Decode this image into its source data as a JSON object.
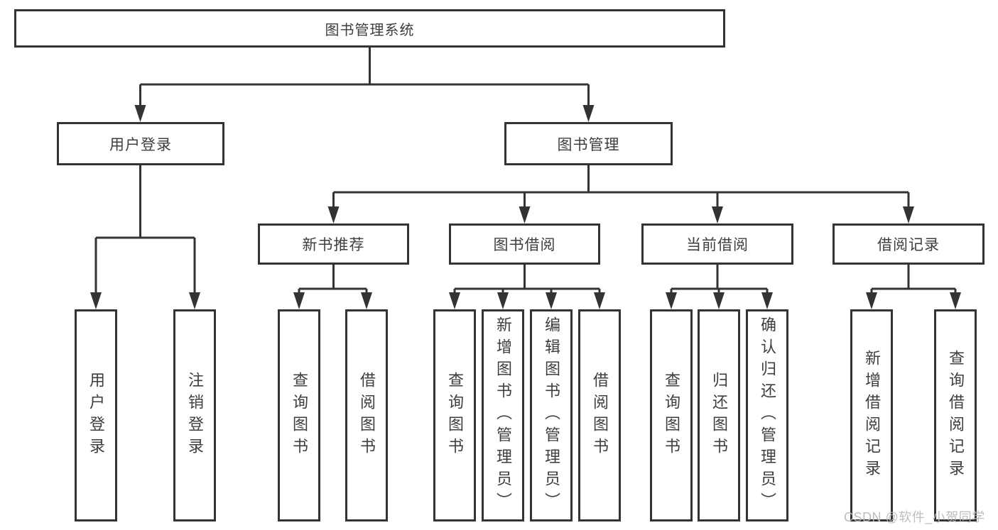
{
  "watermark": {
    "text": "CSDN @软件_小贺同学"
  },
  "colors": {
    "line": "#333333",
    "box_border": "#333333",
    "text": "#3c3e41",
    "watermark": "#b9b9b9",
    "background": "#ffffff"
  },
  "diagram": {
    "type": "tree",
    "root": {
      "label": "图书管理系统",
      "children": [
        {
          "label": "用户登录",
          "children": [
            {
              "label": "用户登录"
            },
            {
              "label": "注销登录"
            }
          ]
        },
        {
          "label": "图书管理",
          "children": [
            {
              "label": "新书推荐",
              "children": [
                {
                  "label": "查询图书"
                },
                {
                  "label": "借阅图书"
                }
              ]
            },
            {
              "label": "图书借阅",
              "children": [
                {
                  "label": "查询图书"
                },
                {
                  "label": "新增图书（管理员）"
                },
                {
                  "label": "编辑图书（管理员）"
                },
                {
                  "label": "借阅图书"
                }
              ]
            },
            {
              "label": "当前借阅",
              "children": [
                {
                  "label": "查询图书"
                },
                {
                  "label": "归还图书"
                },
                {
                  "label": "确认归还（管理员）"
                }
              ]
            },
            {
              "label": "借阅记录",
              "children": [
                {
                  "label": "新增借阅记录"
                },
                {
                  "label": "查询借阅记录"
                }
              ]
            }
          ]
        }
      ]
    }
  }
}
